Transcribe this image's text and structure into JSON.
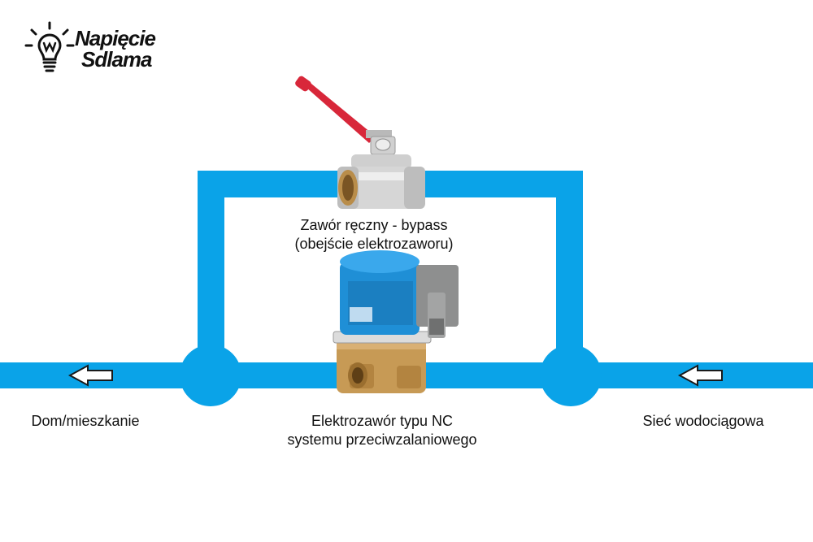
{
  "logo": {
    "line1": "Napięcie",
    "line2": "Sdlama"
  },
  "labels": {
    "bypass_line1": "Zawór ręczny - bypass",
    "bypass_line2": "(obejście elektrozaworu)",
    "house": "Dom/mieszkanie",
    "solenoid_line1": "Elektrozawór typu NC",
    "solenoid_line2": "systemu przeciwzalaniowego",
    "mains": "Sieć wodociągowa"
  },
  "colors": {
    "pipe": "#0aa3e8",
    "handle": "#d8273a",
    "brass": "#c79a55",
    "coil": "#1f8fd6",
    "connector": "#8e8f8f",
    "chrome": "#c8c8c8"
  },
  "icons": {
    "flow_arrow": "left-arrow-icon",
    "logo": "lightbulb-icon"
  }
}
